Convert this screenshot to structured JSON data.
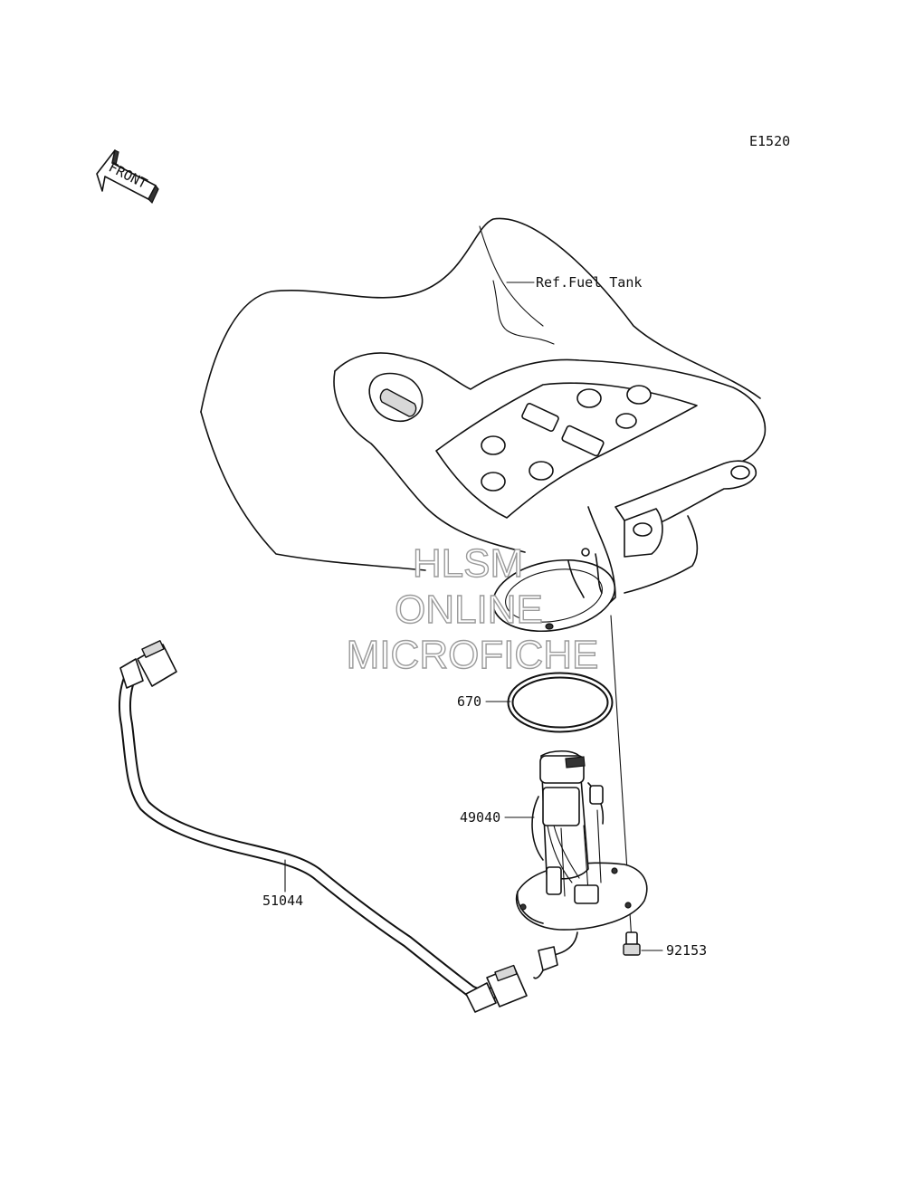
{
  "diagram_code": "E1520",
  "front_arrow_label": "FRONT",
  "reference_label": "Ref.Fuel Tank",
  "parts": [
    {
      "number": "670"
    },
    {
      "number": "49040"
    },
    {
      "number": "51044"
    },
    {
      "number": "92153"
    }
  ],
  "watermark": {
    "line1": "HLSM",
    "line2": "ONLINE",
    "line3": "MICROFICHE"
  }
}
